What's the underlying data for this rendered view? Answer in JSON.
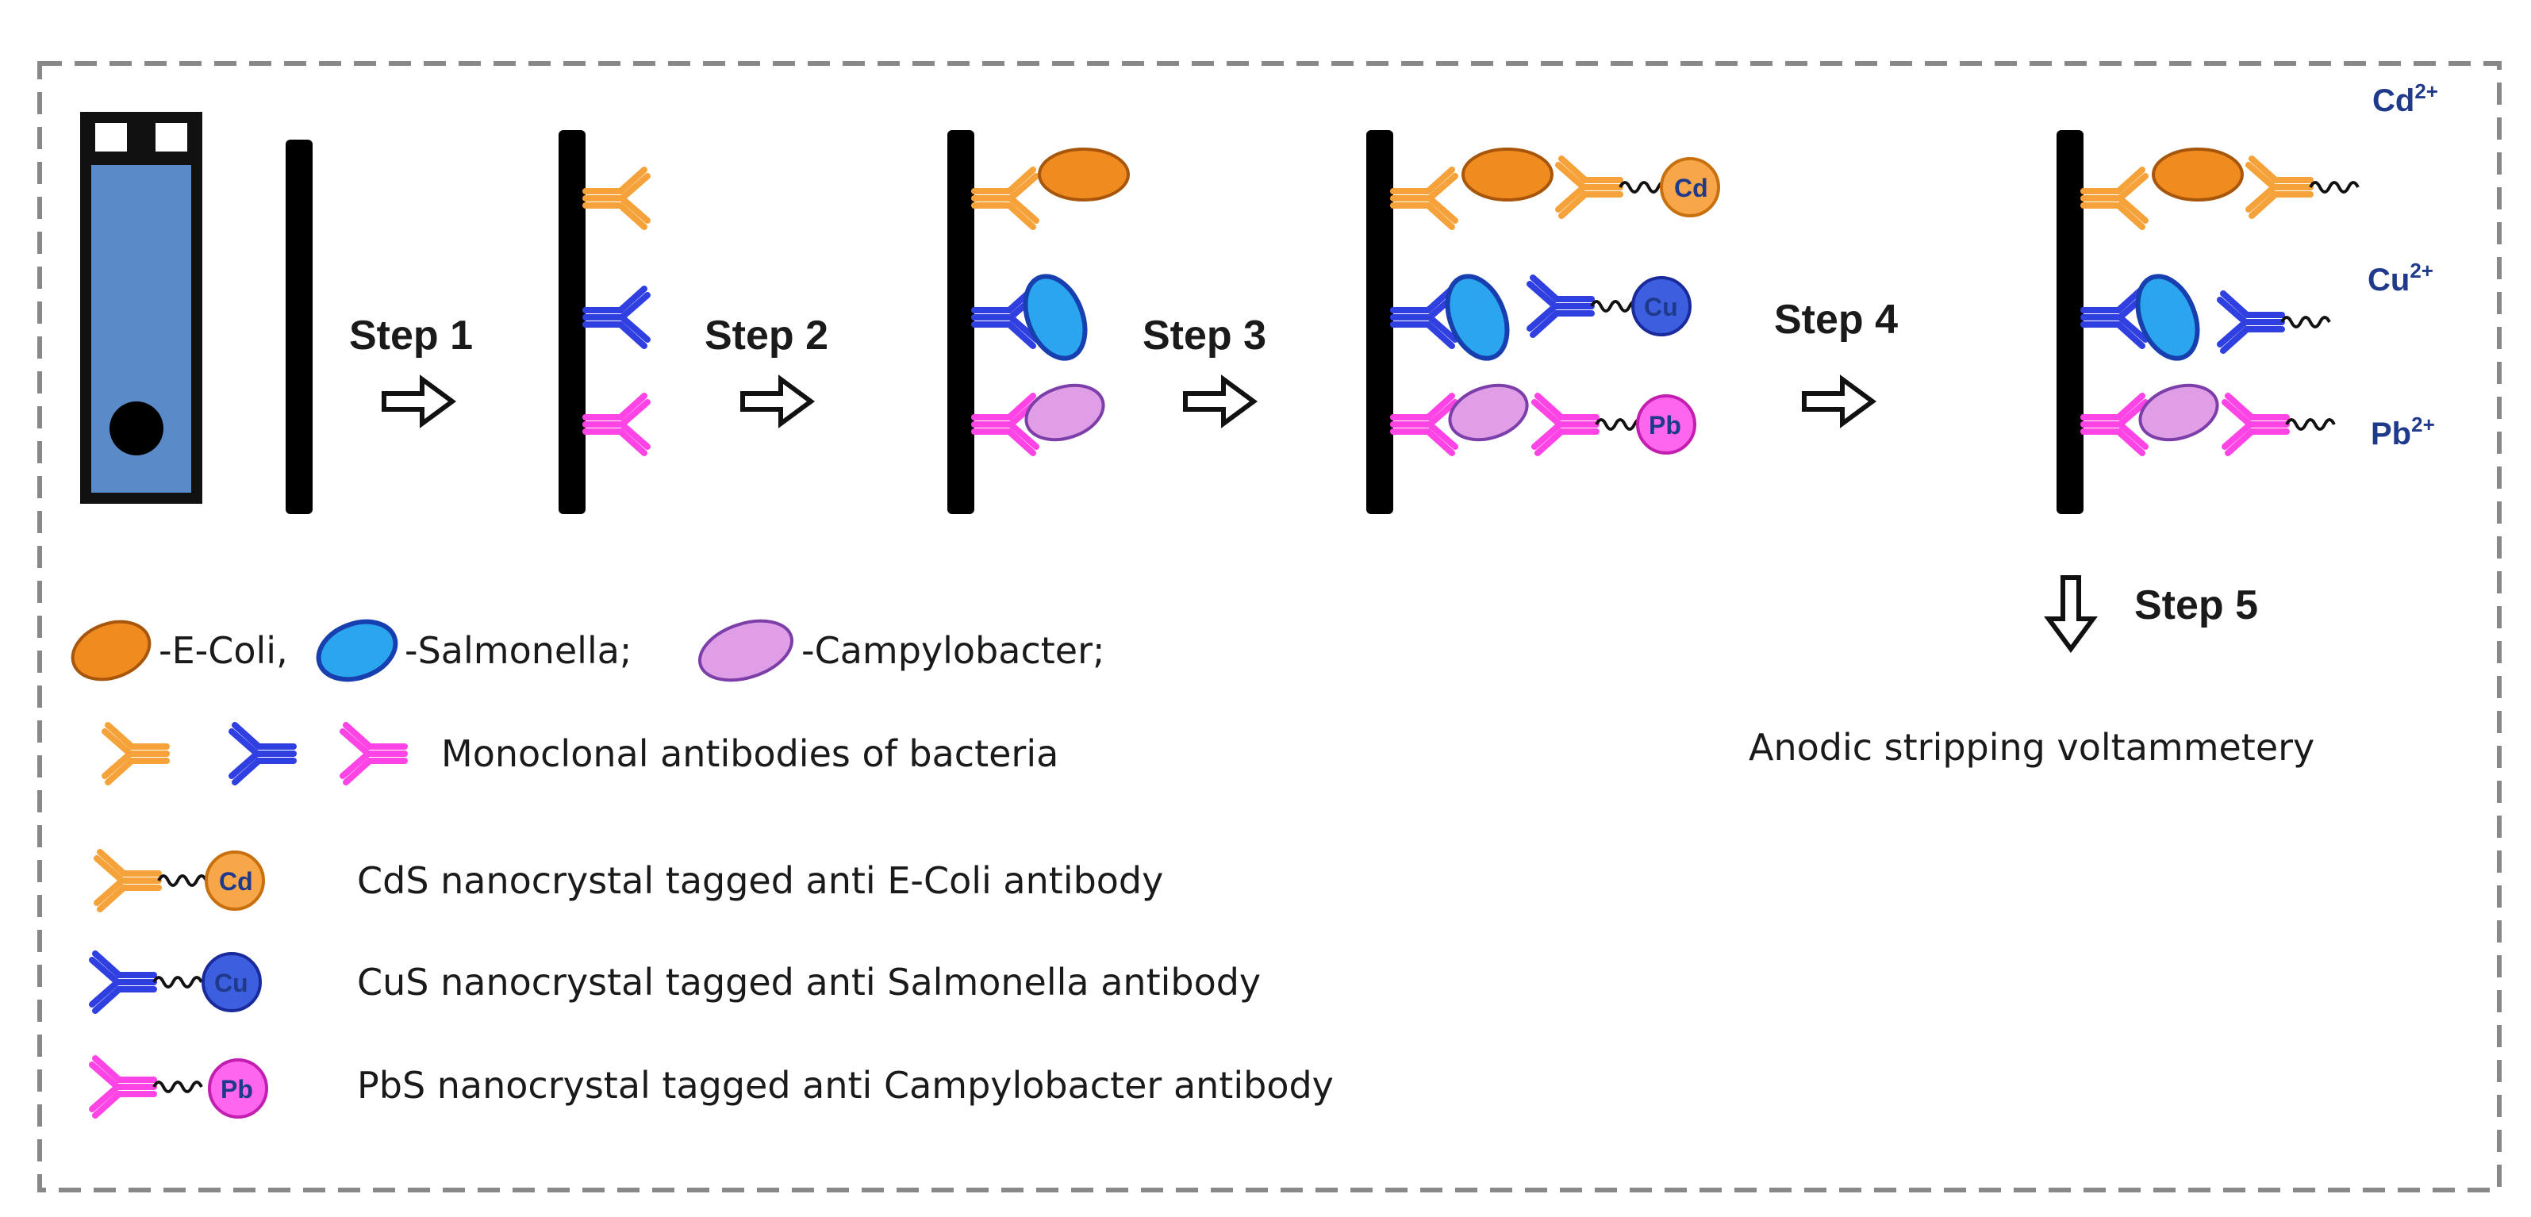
{
  "steps": {
    "step1": "Step 1",
    "step2": "Step 2",
    "step3": "Step 3",
    "step4": "Step 4",
    "step5": "Step 5"
  },
  "ions": {
    "cd": {
      "base": "Cd",
      "charge": "2+"
    },
    "cu": {
      "base": "Cu",
      "charge": "2+"
    },
    "pb": {
      "base": "Pb",
      "charge": "2+"
    }
  },
  "tags": {
    "cd": "Cd",
    "cu": "Cu",
    "pb": "Pb"
  },
  "detection_method": "Anodic stripping voltammetery",
  "legend": {
    "ecoli": "-E-Coli,",
    "salmonella": "-Salmonella;",
    "campylobacter": "-Campylobacter;",
    "antibodies": "Monoclonal antibodies of bacteria",
    "cds_tag": "CdS nanocrystal tagged anti E-Coli antibody",
    "cus_tag": "CuS nanocrystal tagged anti Salmonella antibody",
    "pbs_tag": "PbS nanocrystal tagged anti Campylobacter antibody"
  },
  "colors": {
    "orange_antibody": "#f5a23a",
    "blue_antibody": "#2f3fe0",
    "magenta_antibody": "#ff44e6",
    "ecoli_fill": "#f08b20",
    "salmonella_fill": "#2aa5ee",
    "campylobacter_fill": "#df9ee6",
    "electrode_body": "#5a8bc8",
    "cd_bead": "#f7a64a",
    "cu_bead": "#3c5fe0",
    "pb_bead": "#ff66ee"
  }
}
